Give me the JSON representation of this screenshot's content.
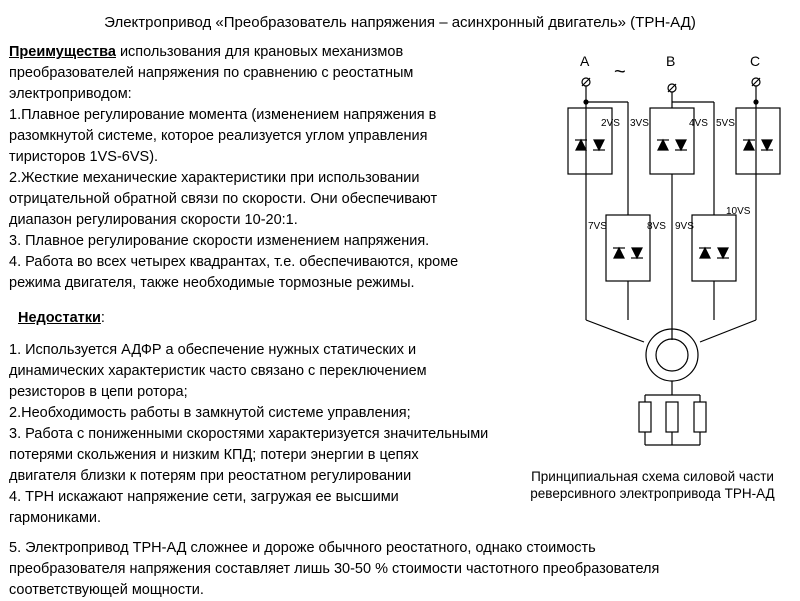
{
  "title": "Электропривод «Преобразователь напряжения – асинхронный двигатель» (ТРН-АД)",
  "advantages": {
    "heading": "Преимущества",
    "lines": [
      " использования для крановых механизмов",
      "преобразователей напряжения по сравнению с реостатным",
      "электроприводом:",
      "1.Плавное регулирование момента (изменением напряжения в",
      "разомкнутой системе, которое реализуется углом управления",
      "тиристоров 1VS-6VS).",
      "2.Жесткие механические характеристики при использовании",
      "отрицательной обратной связи по скорости. Они обеспечивают",
      "диапазон регулирования скорости 10-20:1.",
      "3. Плавное регулирование скорости изменением напряжения.",
      "4. Работа во всех четырех квадрантах, т.е. обеспечиваются, кроме",
      "режима двигателя, также необходимые тормозные режимы."
    ]
  },
  "disadvantages": {
    "heading": "Недостатки",
    "heading_suffix": ":",
    "lines": [
      "1. Используется АДФР а обеспечение нужных статических и",
      "динамических характеристик часто связано с переключением",
      "резисторов в цепи ротора;",
      "2.Необходимость работы в замкнутой системе управления;",
      "3. Работа с пониженными скоростями характеризуется значительными",
      "потерями скольжения и низким КПД; потери энергии в цепях",
      "двигателя близки к потерям при реостатном регулировании",
      "4. ТРН искажают напряжение сети, загружая ее высшими",
      "гармониками."
    ]
  },
  "item5": [
    "5. Электропривод ТРН-АД сложнее и дороже обычного реостатного, однако стоимость",
    "преобразователя напряжения составляет лишь 30-50 % стоимости частотного преобразователя",
    "соответствующей мощности."
  ],
  "caption": [
    "Принципиальная схема силовой части",
    "реверсивного электропривода ТРН-АД"
  ],
  "schematic": {
    "phases": [
      "A",
      "B",
      "C"
    ],
    "ac_symbol": "~",
    "labels": [
      "2VS",
      "3VS",
      "4VS",
      "5VS",
      "7VS",
      "8VS",
      "9VS",
      "10VS"
    ]
  }
}
